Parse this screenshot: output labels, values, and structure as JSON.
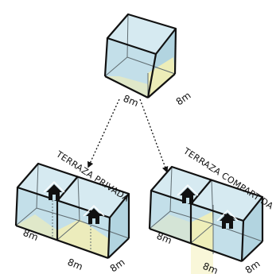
{
  "colors": {
    "glass": "#c9e3ec",
    "glass_dark": "#a9cfdc",
    "floor": "#f3efb4",
    "frame": "#111111",
    "inner": "#5f6b70",
    "arrow": "#111111"
  },
  "top_cube": {
    "dim_front": "8m",
    "dim_right": "8m"
  },
  "left_group": {
    "caption": "TERRAZA PRIVADA",
    "dim_left": "8m",
    "dim_front": "8m",
    "dim_right": "8m",
    "icon": "house-icon"
  },
  "right_group": {
    "caption": "TERRAZA COMPARTIDA",
    "dim_left": "8m",
    "dim_front": "8m",
    "dim_right": "8m",
    "icon": "house-icon"
  }
}
